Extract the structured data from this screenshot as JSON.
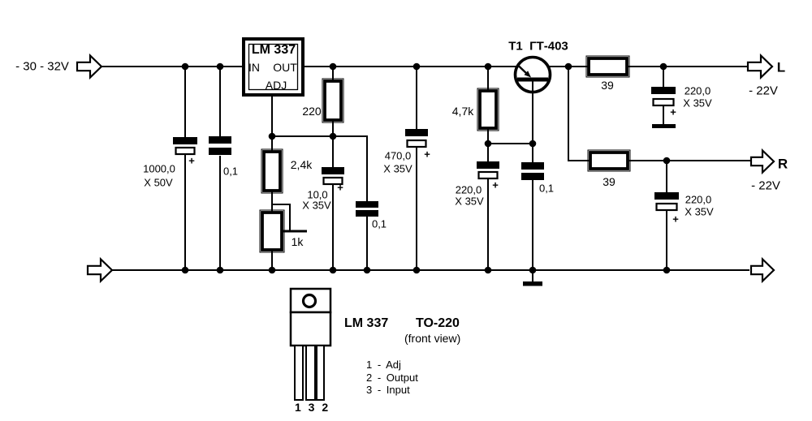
{
  "symbols": {
    "plus": "+"
  },
  "input": {
    "voltage": "- 30 - 32V"
  },
  "regulator": {
    "name": "LM 337",
    "pin_in": "IN",
    "pin_out": "OUT",
    "pin_adj": "ADJ"
  },
  "resistors": {
    "r_out_220": {
      "value": "220"
    },
    "r_adj_2k4": {
      "value": "2,4k"
    },
    "r_trim_1k": {
      "value": "1k"
    },
    "r_base_4k7": {
      "value": "4,7k"
    },
    "r_left_39": {
      "value": "39"
    },
    "r_right_39": {
      "value": "39"
    }
  },
  "capacitors": {
    "c_bulk_in": {
      "value": "1000,0",
      "rating": "X 50V"
    },
    "c_film_in": {
      "value": "0,1"
    },
    "c_adj": {
      "value": "10,0",
      "rating": "X 35V"
    },
    "c_film_adj": {
      "value": "0,1"
    },
    "c_reg_out": {
      "value": "470,0",
      "rating": "X 35V"
    },
    "c_base": {
      "value": "220,0",
      "rating": "X 35V"
    },
    "c_film_base": {
      "value": "0,1"
    },
    "c_out_left": {
      "value": "220,0",
      "rating": "X 35V"
    },
    "c_out_right": {
      "value": "220,0",
      "rating": "X 35V"
    }
  },
  "transistor": {
    "designator": "Т1  ГТ-403"
  },
  "outputs": {
    "left": {
      "label": "L",
      "voltage": "- 22V"
    },
    "right": {
      "label": "R",
      "voltage": "- 22V"
    }
  },
  "package": {
    "name": "LM 337",
    "case": "TO-220",
    "view": "(front view)",
    "pins": [
      "1 - Adj",
      "2 - Output",
      "3 - Input"
    ],
    "pin_numbers": "1 3 2"
  }
}
